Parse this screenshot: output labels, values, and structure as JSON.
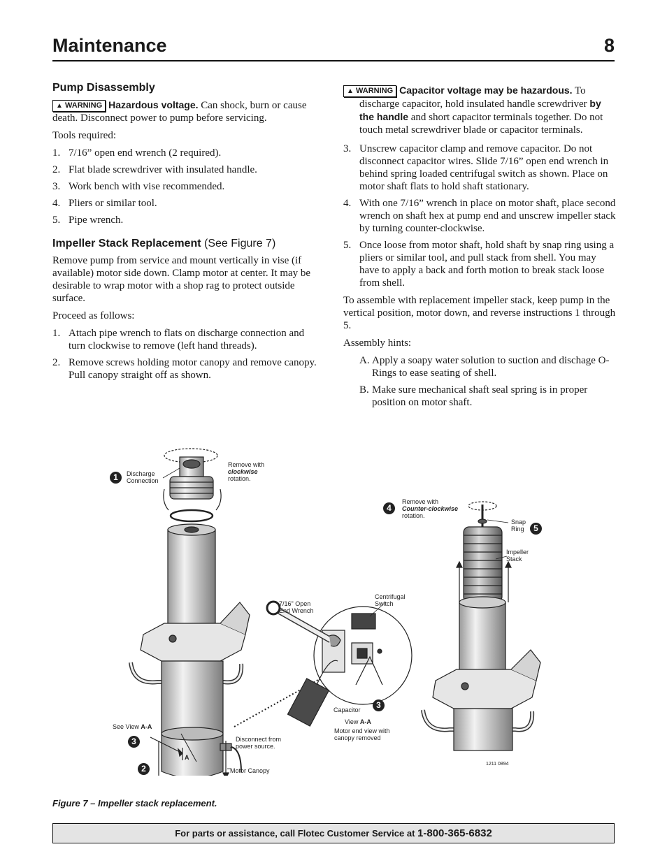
{
  "header": {
    "title": "Maintenance",
    "page_number": "8"
  },
  "pump_disassembly": {
    "heading": "Pump Disassembly",
    "warning_badge": "WARNING",
    "warning_bold": "Hazardous voltage.",
    "warning_text": "Can shock, burn or cause death. Disconnect power to pump before servicing.",
    "tools_intro": "Tools required:",
    "tools": [
      {
        "num": "1.",
        "text": "7/16” open end wrench (2 required)."
      },
      {
        "num": "2.",
        "text": "Flat blade screwdriver with insulated handle."
      },
      {
        "num": "3.",
        "text": "Work bench with vise recommended."
      },
      {
        "num": "4.",
        "text": "Pliers or similar tool."
      },
      {
        "num": "5.",
        "text": "Pipe wrench."
      }
    ]
  },
  "impeller": {
    "heading": "Impeller Stack Replacement",
    "heading_suffix": "(See Figure 7)",
    "intro": "Remove pump from service and mount vertically in vise (if available) motor side down. Clamp motor at center. It may be desirable to wrap motor with a shop rag to protect outside surface.",
    "proceed": "Proceed as follows:",
    "steps_left": [
      {
        "num": "1.",
        "text": "Attach pipe wrench to flats on discharge connection and turn clockwise to remove (left hand threads)."
      },
      {
        "num": "2.",
        "text": "Remove screws holding motor canopy and remove canopy. Pull canopy straight off as shown."
      }
    ]
  },
  "right": {
    "warning_badge": "WARNING",
    "warning_bold": "Capacitor voltage may be hazardous.",
    "warning_text_1": "To discharge capacitor, hold insulated handle screwdriver",
    "warning_bold_2": "by the handle",
    "warning_text_2": "and short capacitor terminals together. Do not touch metal screwdriver blade or capacitor terminals.",
    "steps": [
      {
        "num": "3.",
        "text": "Unscrew capacitor clamp and remove capacitor. Do not disconnect capacitor wires. Slide 7/16” open end wrench in behind spring loaded centrifugal switch as shown. Place on motor shaft flats to hold shaft stationary."
      },
      {
        "num": "4.",
        "text": "With one 7/16” wrench in place on motor shaft, place second wrench on shaft hex at pump end and unscrew impeller stack by turning counter-clockwise."
      },
      {
        "num": "5.",
        "text": "Once loose from motor shaft, hold shaft by snap ring using a pliers or similar tool, and pull stack from shell. You may have to apply a back and forth motion to break stack loose from shell."
      }
    ],
    "assemble": "To assemble with replacement impeller stack, keep pump in the vertical position, motor down, and reverse instructions 1 through 5.",
    "hints_intro": "Assembly hints:",
    "hints": [
      {
        "num": "A.",
        "text": "Apply a soapy water solution to suction and dischage O-Rings to ease seating of shell."
      },
      {
        "num": "B.",
        "text": "Make sure mechanical shaft seal spring is in proper position on motor shaft."
      }
    ]
  },
  "figure": {
    "badges": [
      "1",
      "2",
      "3",
      "3",
      "4",
      "5"
    ],
    "discharge_label": "Discharge Connection",
    "remove_cw_1": "Remove with",
    "remove_cw_2": "clockwise",
    "remove_cw_3": "rotation.",
    "remove_ccw_1": "Remove with",
    "remove_ccw_2": "Counter-clockwise",
    "remove_ccw_3": "rotation.",
    "snap_ring": "Snap Ring",
    "impeller_stack": "Impeller Stack",
    "centrifugal_switch": "Centrifugal Switch",
    "wrench_label": "7/16\" Open End Wrench",
    "capacitor": "Capacitor",
    "view_label": "View",
    "view_aa": "A-A",
    "motor_end_view": "Motor end view with canopy removed",
    "see_view": "See View",
    "see_view_aa": "A-A",
    "disconnect": "Disconnect from power source.",
    "motor_canopy": "Motor Canopy",
    "section_letter": "A",
    "part_code": "1211 0894"
  },
  "caption": "Figure 7 – Impeller stack replacement.",
  "footer": {
    "text": "For parts or assistance, call Flotec Customer Service at",
    "phone": "1-800-365-6832"
  }
}
